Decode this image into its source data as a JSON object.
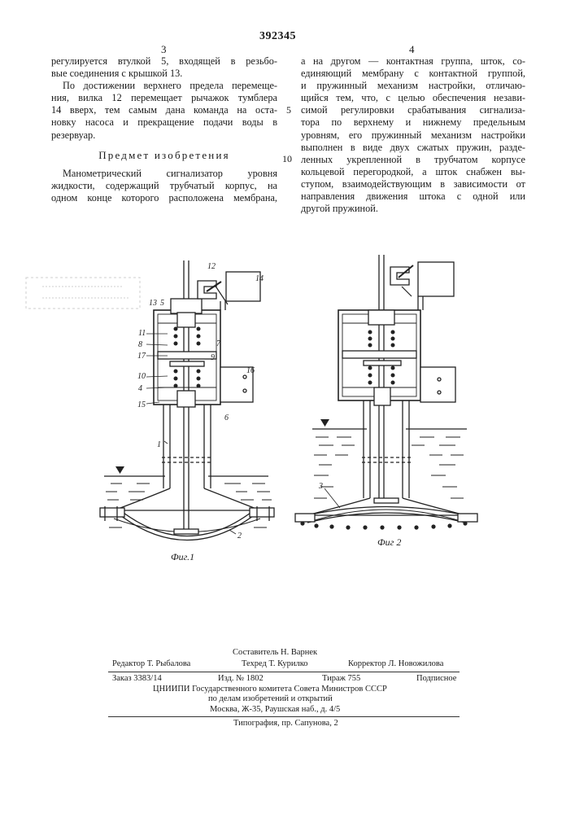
{
  "header": {
    "patent_number": "392345",
    "col_left": "3",
    "col_right": "4"
  },
  "left_column": {
    "para1": [
      "регулируется втулкой 5, входящей в резьбо-",
      "вые соединения с крышкой 13."
    ],
    "para2": [
      "По достижении верхнего предела перемеще-",
      "ния, вилка 12 перемещает рычажок тумблера",
      "14 вверх, тем самым дана команда на оста-",
      "новку насоса и прекращение подачи воды в",
      "резервуар."
    ],
    "heading": "Предмет изобретения",
    "para3": [
      "Манометрический сигнализатор уровня",
      "жидкости, содержащий трубчатый корпус, на",
      "одном конце которого расположена мембрана,"
    ]
  },
  "right_column": {
    "lines": [
      "а на другом — контактная группа, шток, со-",
      "единяющий мембрану с контактной группой,",
      "и пружинный механизм настройки, отличаю-",
      "щийся тем, что, с целью обеспечения незави-",
      "симой регулировки срабатывания сигнализа-",
      "тора по верхнему и нижнему предельным",
      "уровням, его пружинный механизм настройки",
      "выполнен в виде двух сжатых пружин, разде-",
      "ленных укрепленной в трубчатом корпусе",
      "кольцевой перегородкой, а шток снабжен вы-",
      "ступом, взаимодействующим в зависимости от",
      "направления движения штока с одной или",
      "другой пружиной."
    ]
  },
  "margin_numbers": [
    "5",
    "10"
  ],
  "figure1": {
    "labels": [
      "12",
      "14",
      "13",
      "5",
      "11",
      "8",
      "17",
      "7",
      "9",
      "10",
      "4",
      "16",
      "15",
      "6",
      "1",
      "2"
    ],
    "caption": "Фиг.1"
  },
  "figure2": {
    "labels": [
      "3"
    ],
    "caption": "Фиг 2"
  },
  "footer": {
    "compiler": "Составитель  Н. Варнек",
    "editor": "Редактор  Т. Рыбалова",
    "techred": "Техред  Т. Курилко",
    "corrector": "Корректор  Л. Новожилова",
    "order": "Заказ 3383/14",
    "izd": "Изд. № 1802",
    "tirazh": "Тираж  755",
    "podpisnoe": "Подписное",
    "institute_line1": "ЦНИИПИ  Государственного комитета Совета Министров СССР",
    "institute_line2": "по делам изобретений и открытий",
    "institute_line3": "Москва, Ж-35, Раушская наб., д. 4/5",
    "printing": "Типография, пр. Сапунова, 2"
  }
}
